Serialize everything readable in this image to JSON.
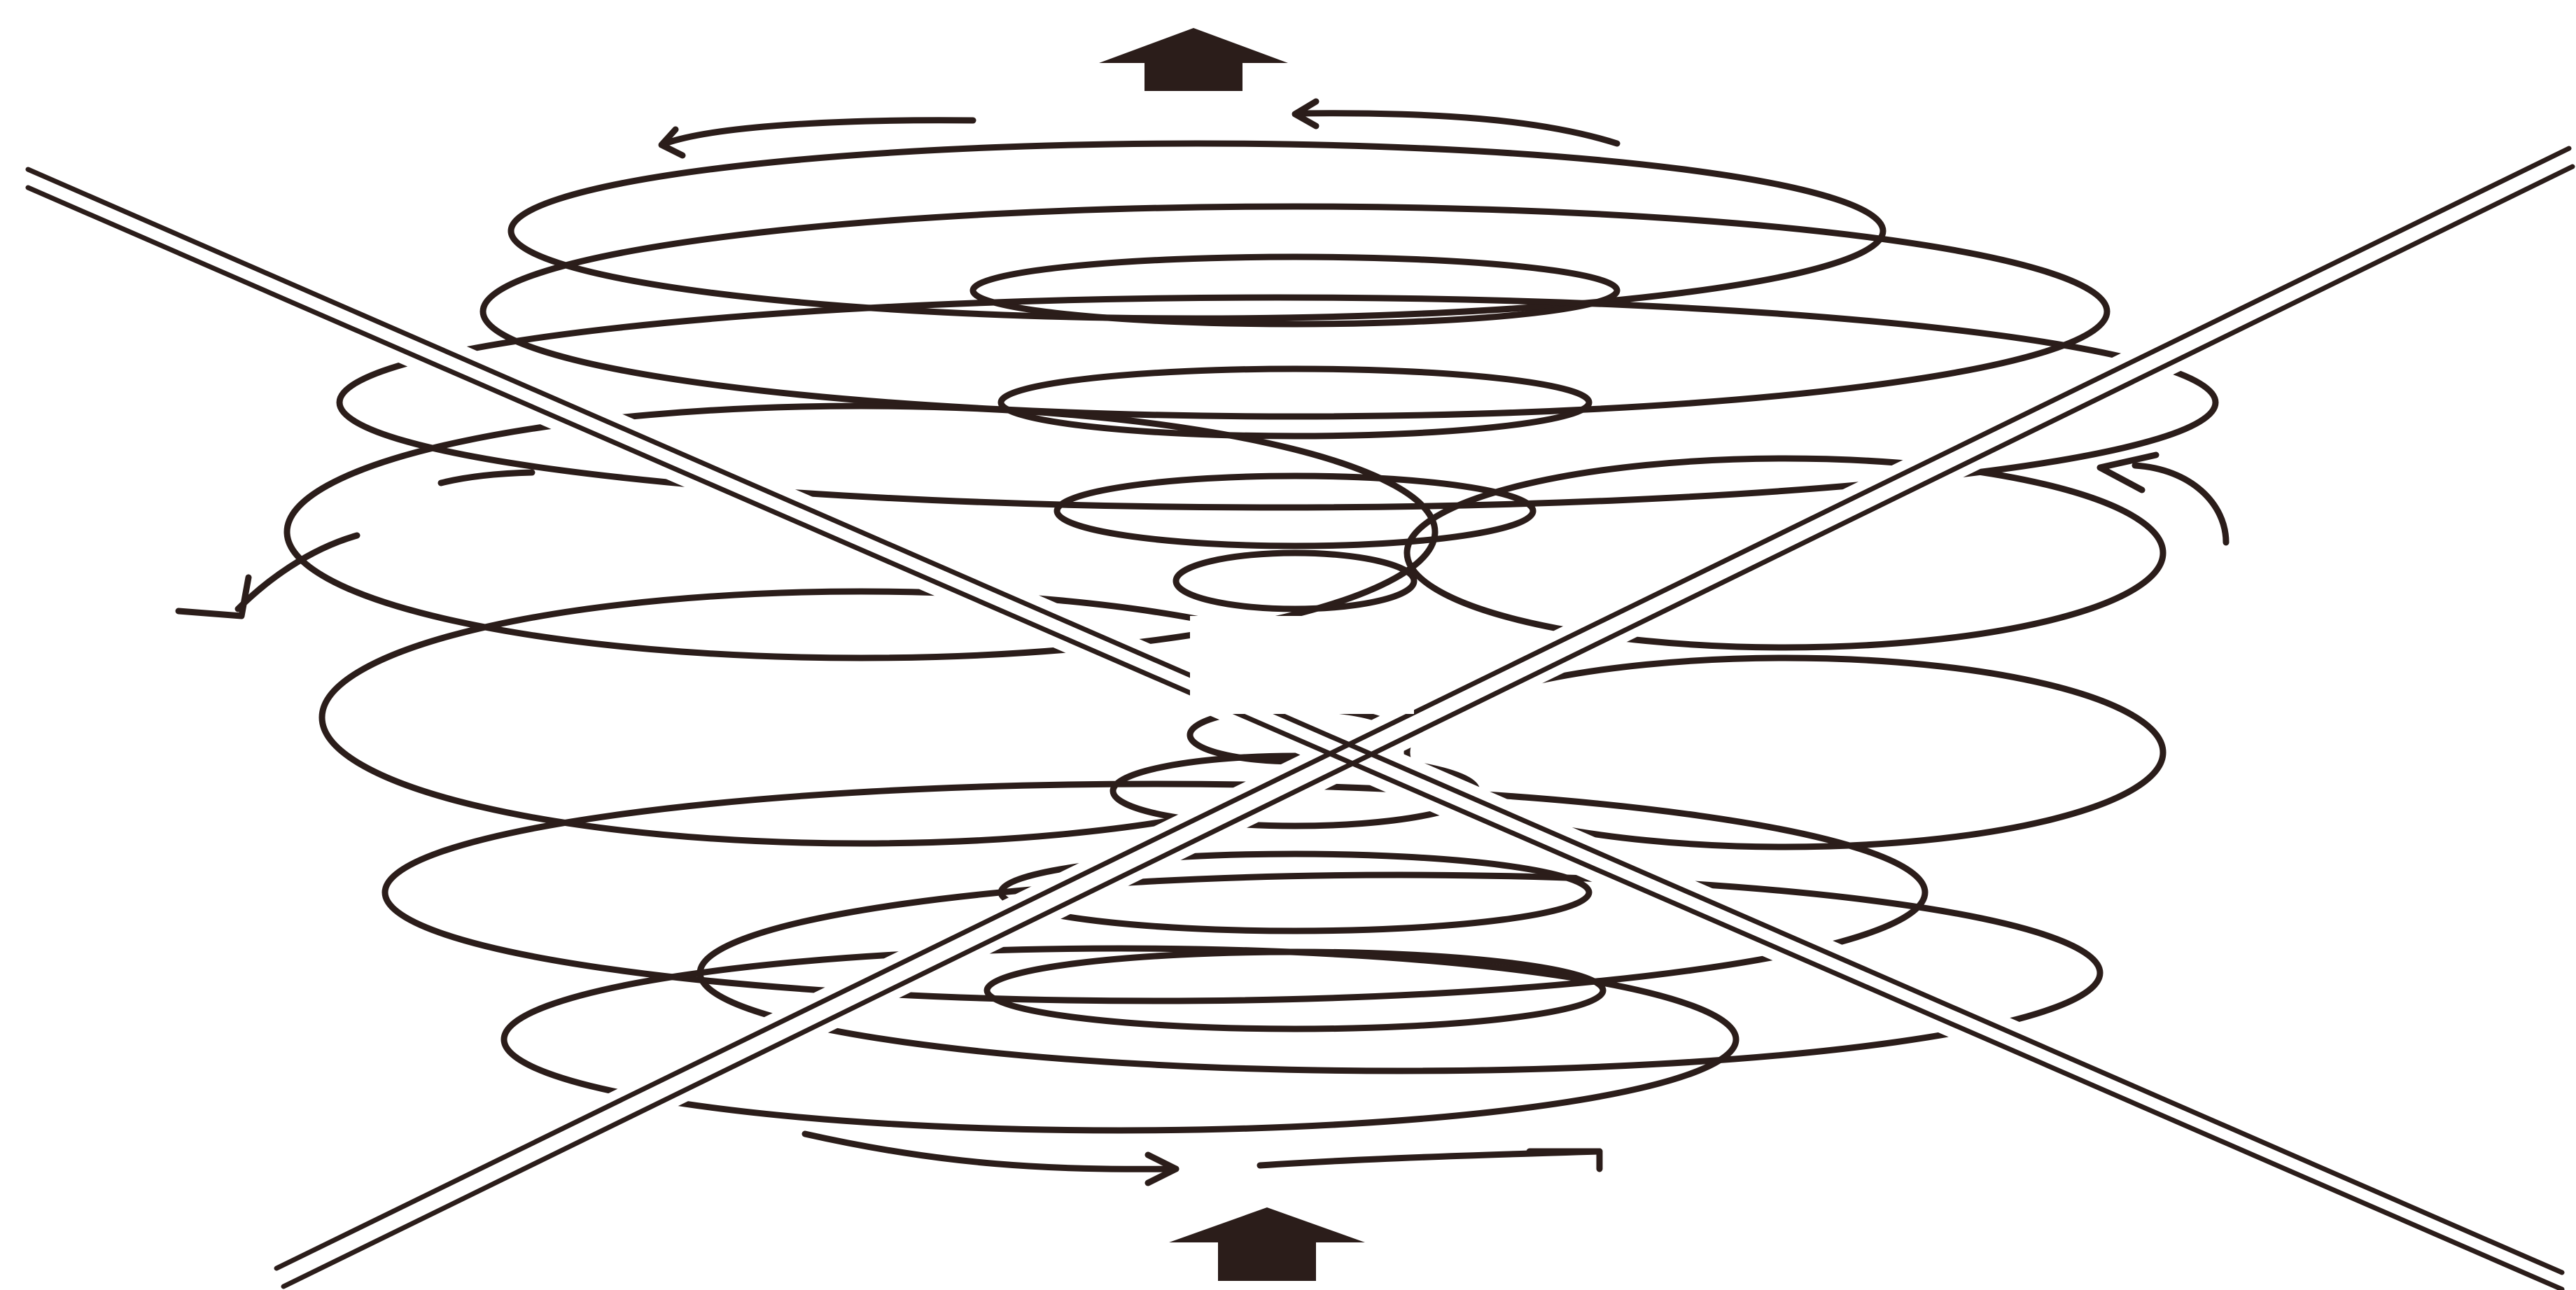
{
  "diagram": {
    "ink_color": "#2b1d1a",
    "background_color": "#ffffff",
    "elements": {
      "axis_lines": [
        "diagonal-axis-left-to-right",
        "diagonal-axis-right-to-left"
      ],
      "loops_upper": 7,
      "loops_lower": 7,
      "side_lobes": [
        "left",
        "right"
      ],
      "arrows": [
        "up-arrow-top",
        "up-arrow-bottom",
        "rotation-arrow-top",
        "rotation-arrow-bottom",
        "rotation-arrow-left",
        "rotation-arrow-right"
      ]
    }
  }
}
